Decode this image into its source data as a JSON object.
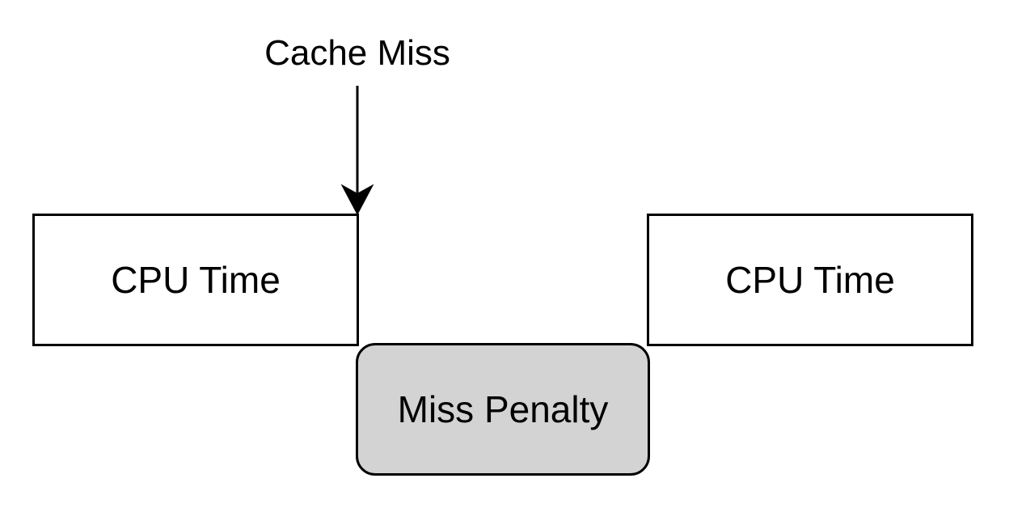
{
  "diagram": {
    "annotation": {
      "label": "Cache Miss"
    },
    "boxes": {
      "cpu_left": {
        "label": "CPU Time"
      },
      "miss_penalty": {
        "label": "Miss Penalty",
        "fill": "#d3d3d3"
      },
      "cpu_right": {
        "label": "CPU Time"
      }
    },
    "colors": {
      "stroke": "#000000",
      "background": "#ffffff",
      "penalty_fill": "#d3d3d3"
    }
  }
}
